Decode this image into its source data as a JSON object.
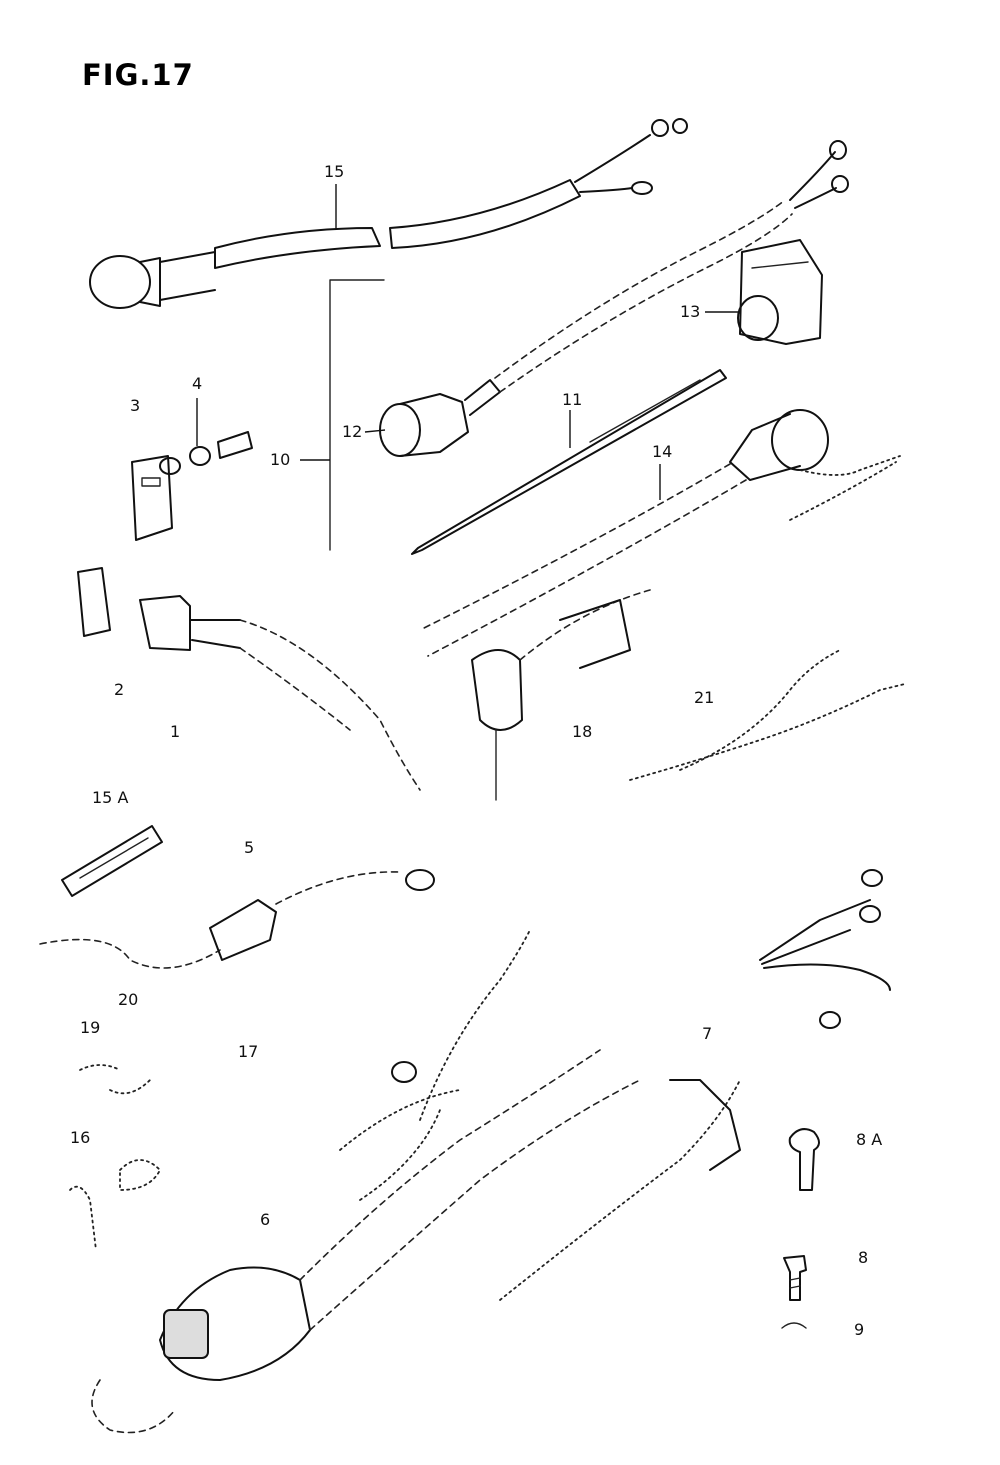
{
  "figure": {
    "title": "FIG.17"
  },
  "callouts": {
    "c1": "1",
    "c2": "2",
    "c3": "3",
    "c4": "4",
    "c5": "5",
    "c6": "6",
    "c7": "7",
    "c8": "8",
    "c8a": "8 A",
    "c9": "9",
    "c10": "10",
    "c11": "11",
    "c12": "12",
    "c13": "13",
    "c14": "14",
    "c15": "15",
    "c15a": "15 A",
    "c16": "16",
    "c17": "17",
    "c18": "18",
    "c19": "19",
    "c20": "20",
    "c21": "21"
  }
}
